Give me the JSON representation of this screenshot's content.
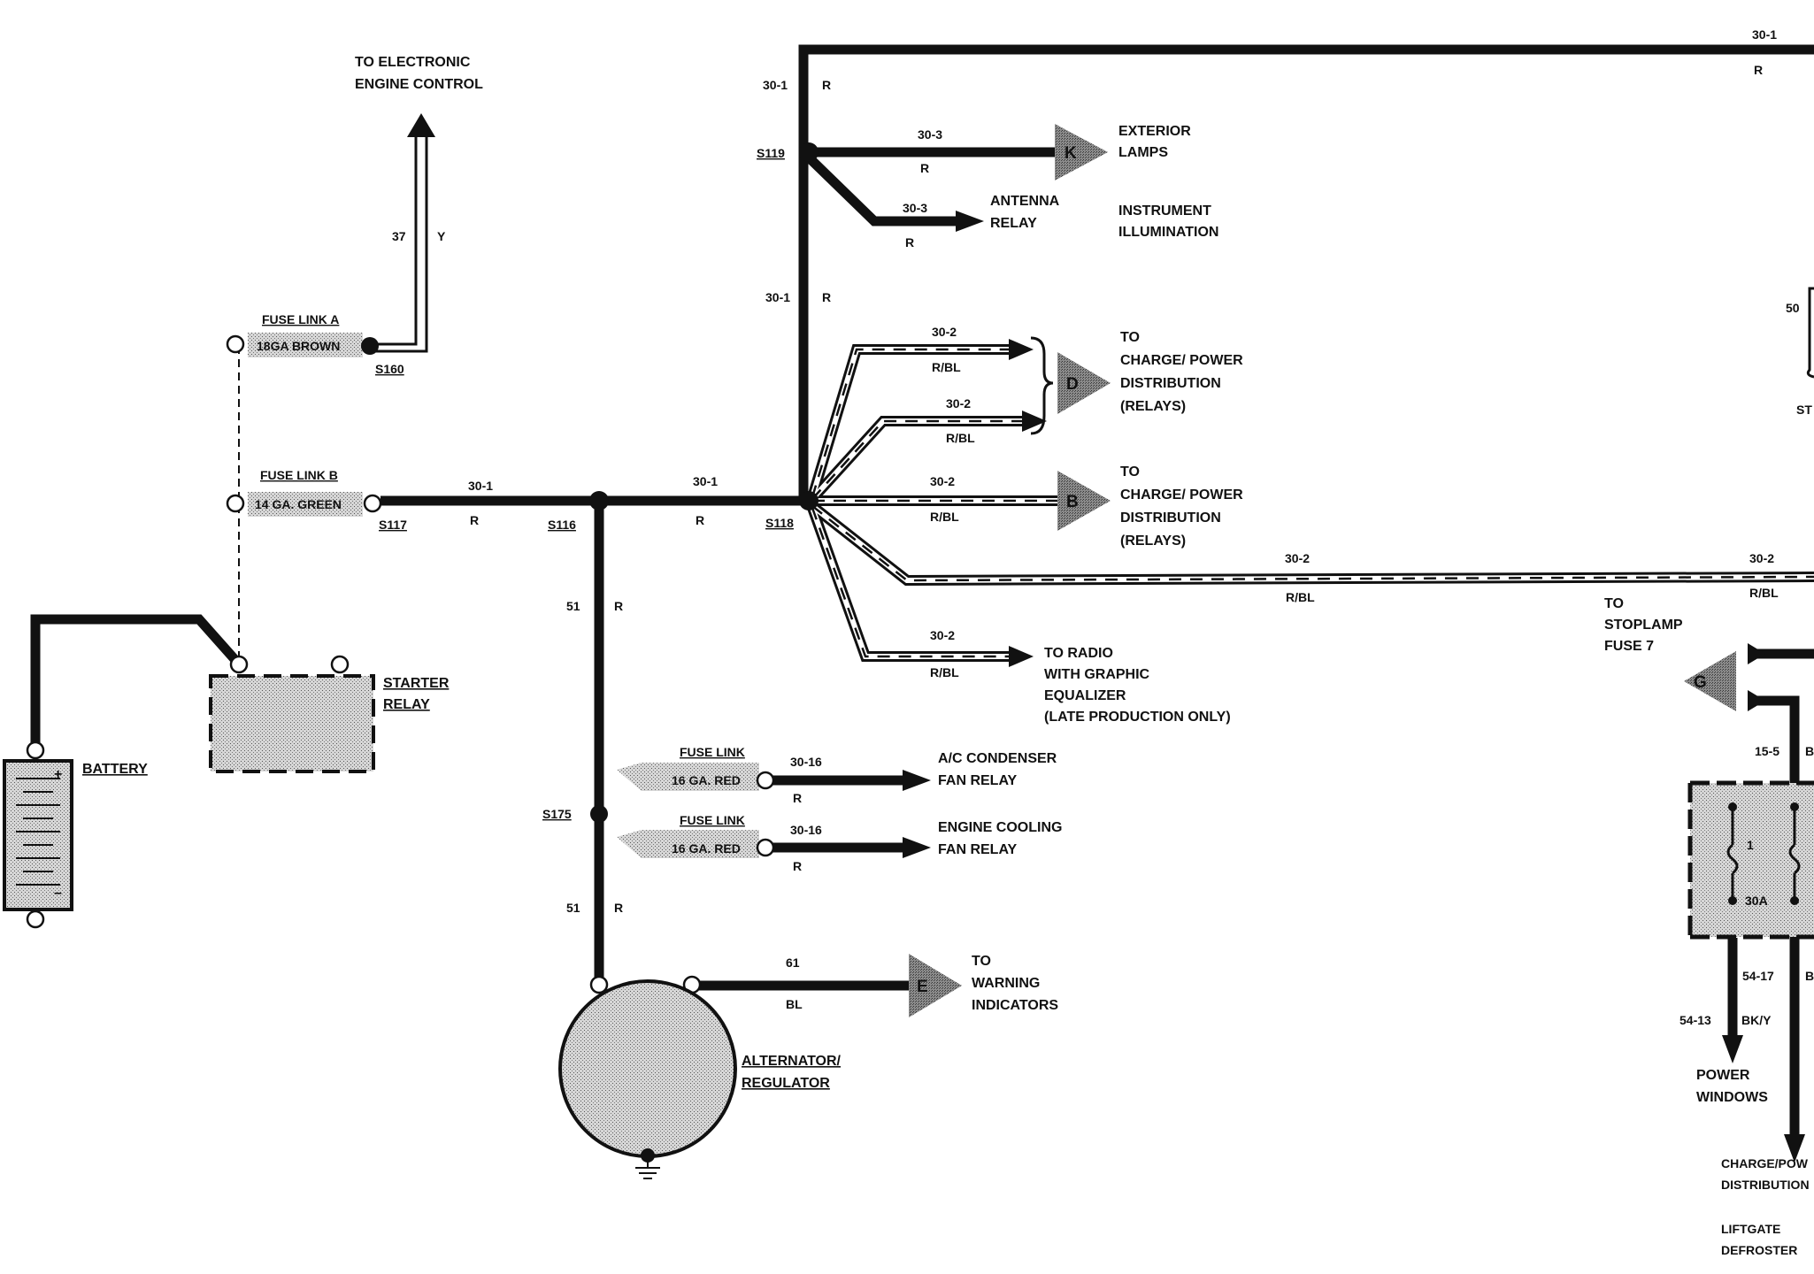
{
  "colors": {
    "ink": "#111111",
    "wire": "#111111",
    "stipple": "#b9b9b9",
    "connector_fill": "#8a8a8a",
    "paper": "#ffffff"
  },
  "icons": [
    "battery-icon",
    "ground-icon",
    "alternator-icon",
    "relay-icon",
    "connector-triangle-icon",
    "splice-dot-icon",
    "arrow-icon",
    "fuse-icon"
  ],
  "labels": {
    "to_eec_1": "TO ELECTRONIC",
    "to_eec_2": "ENGINE CONTROL",
    "w37": "37",
    "y": "Y",
    "fuse_link_a": "FUSE LINK A",
    "fla_gauge": "18GA BROWN",
    "s160": "S160",
    "fuse_link_b": "FUSE LINK B",
    "flb_gauge": "14 GA. GREEN",
    "s117": "S117",
    "s116": "S116",
    "s118": "S118",
    "s119": "S119",
    "s175": "S175",
    "c30_1": "30-1",
    "c30_2": "30-2",
    "c30_3": "30-3",
    "c30_16": "30-16",
    "c51": "51",
    "c61": "61",
    "r": "R",
    "rbl": "R/BL",
    "bl": "BL",
    "starter_1": "STARTER",
    "starter_2": "RELAY",
    "battery": "BATTERY",
    "plus": "+",
    "minus": "–",
    "exterior_1": "EXTERIOR",
    "exterior_2": "LAMPS",
    "antenna_1": "ANTENNA",
    "antenna_2": "RELAY",
    "instr_1": "INSTRUMENT",
    "instr_2": "ILLUMINATION",
    "to": "TO",
    "charge_1": "CHARGE/ POWER",
    "charge_2": "DISTRIBUTION",
    "relays": "(RELAYS)",
    "radio_1": "TO RADIO",
    "radio_2": "WITH GRAPHIC",
    "radio_3": "EQUALIZER",
    "radio_4": "(LATE PRODUCTION ONLY)",
    "fuse_link": "FUSE LINK",
    "fl_16": "16 GA. RED",
    "ac_1": "A/C CONDENSER",
    "ac_2": "FAN RELAY",
    "ec_1": "ENGINE COOLING",
    "ec_2": "FAN RELAY",
    "alt_1": "ALTERNATOR/",
    "alt_2": "REGULATOR",
    "warn_1": "TO",
    "warn_2": "WARNING",
    "warn_3": "INDICATORS",
    "stop_1": "TO",
    "stop_2": "STOPLAMP",
    "stop_3": "FUSE 7",
    "k": "K",
    "d": "D",
    "b": "B",
    "e": "E",
    "g": "G",
    "c50": "50",
    "st": "ST",
    "c15_5": "15-5",
    "c54_17": "54-17",
    "c54_13": "54-13",
    "bky": "BK/Y",
    "b_short": "B",
    "fuse1": "1",
    "fuse30a": "30A",
    "pw_1": "POWER",
    "pw_2": "WINDOWS",
    "cp_1": "CHARGE/POW",
    "cp_2": "DISTRIBUTION",
    "lg_1": "LIFTGATE",
    "lg_2": "DEFROSTER"
  }
}
